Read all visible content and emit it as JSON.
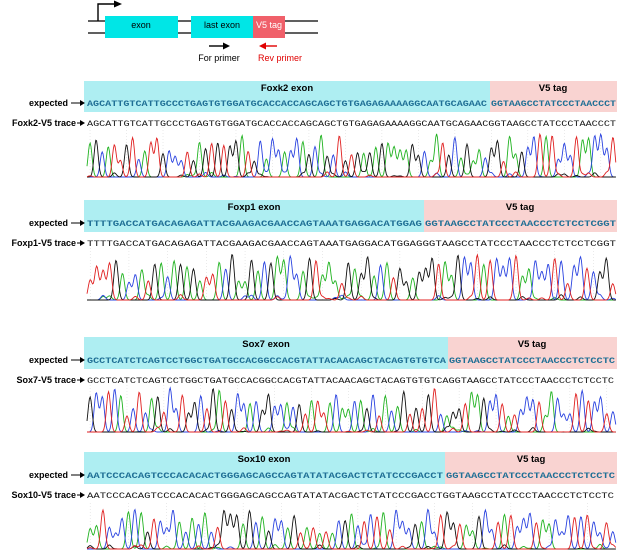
{
  "schematic": {
    "exon_label": "exon",
    "last_exon_label": "last exon",
    "tag_label": "V5 tag",
    "for_primer_label": "For primer",
    "rev_primer_label": "Rev primer"
  },
  "colors": {
    "exon": "#00e6e6",
    "exon_band": "#aeeef2",
    "tag": "#f0606a",
    "tag_band": "#f9d3d1",
    "for_primer": "#000000",
    "rev_primer": "#e00000",
    "base_A": "#21b321",
    "base_C": "#2a43e0",
    "base_G": "#111111",
    "base_T": "#e02020"
  },
  "panels": [
    {
      "exon_title": "Foxk2 exon",
      "tag_title": "V5 tag",
      "expected_label": "expected",
      "trace_label": "Foxk2-V5 trace",
      "exon_seq": "AGCATTGTCATTGCCCTGAGTGTGGATGCACCACCAGCAGCTGTGAGAGAAAAGGCAATGCAGAAC",
      "tag_seq": "GGTAAGCCTATCCCTAACCCT",
      "trace_seq": "AGCATTGTCATTGCCCTGAGTGTGGATGCACCACCAGCAGCTGTGAGAGAAAAGGCAATGCAGAACGGTAAGCCTATCCCTAACCCT"
    },
    {
      "exon_title": "Foxp1 exon",
      "tag_title": "V5 tag",
      "expected_label": "expected",
      "trace_label": "Foxp1-V5 trace",
      "exon_seq": "TTTTGACCATGACAGAGATTACGAAGACGAACCAGTAAATGAGGACATGGAG",
      "tag_seq": "GGTAAGCCTATCCCTAACCCTCTCCTCGGT",
      "trace_seq": "TTTTGACCATGACAGAGATTACGAAGACGAACCAGTAAATGAGGACATGGAGGGTAAGCCTATCCCTAACCCTCTCCTCGGT"
    },
    {
      "exon_title": "Sox7 exon",
      "tag_title": "V5 tag",
      "expected_label": "expected",
      "trace_label": "Sox7-V5 trace",
      "exon_seq": "GCCTCATCTCAGTCCTGGCTGATGCCACGGCCACGTATTACAACAGCTACAGTGTGTCA",
      "tag_seq": "GGTAAGCCTATCCCTAACCCTCTCCTC",
      "trace_seq": "GCCTCATCTCAGTCCTGGCTGATGCCACGGCCACGTATTACAACAGCTACAGTGTGTCAGGTAAGCCTATCCCTAACCCTCTCCTC"
    },
    {
      "exon_title": "Sox10 exon",
      "tag_title": "V5 tag",
      "expected_label": "expected",
      "trace_label": "Sox10-V5 trace",
      "exon_seq": "AATCCCACAGTCCCACACACTGGGAGCAGCCAGTATATACGACTCTATCCCGACCT",
      "tag_seq": "GGTAAGCCTATCCCTAACCCTCTCCTC",
      "trace_seq": "AATCCCACAGTCCCACACACTGGGAGCAGCCAGTATATACGACTCTATCCCGACCTGGTAAGCCTATCCCTAACCCTCTCCTC"
    }
  ]
}
